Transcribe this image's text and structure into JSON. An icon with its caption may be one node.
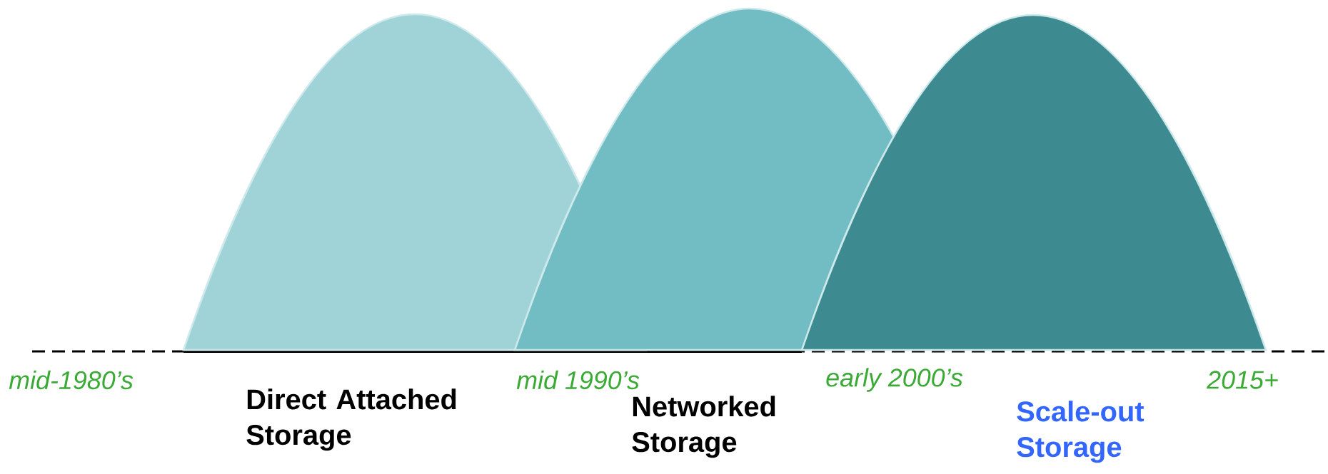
{
  "diagram": {
    "nodes": [
      {
        "text": [
          "Direct Attached Storage"
        ]
      },
      {
        "text": [
          "Networked Storage"
        ]
      },
      {
        "text": [
          "Scale-out Storage"
        ]
      }
    ],
    "labels": [
      "mid-1980’s",
      "mid 1990’s",
      "early 2000’s",
      "2015+"
    ]
  }
}
